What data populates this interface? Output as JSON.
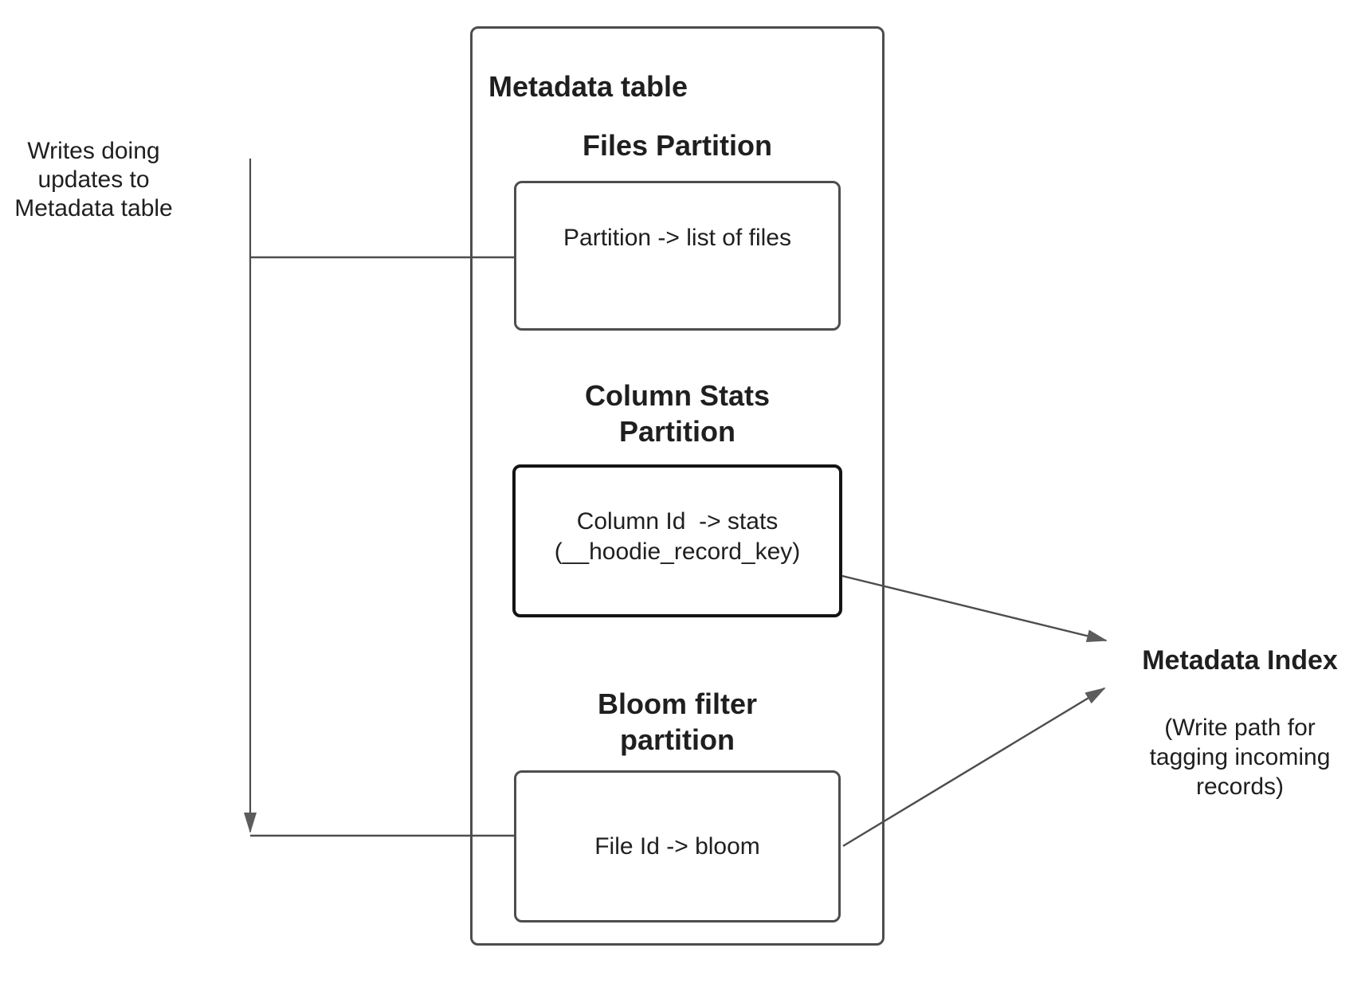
{
  "note": {
    "line1": "Writes doing",
    "line2": "updates to",
    "line3": "Metadata table"
  },
  "metadata_table": {
    "title": "Metadata table",
    "files": {
      "heading": "Files Partition",
      "body": "Partition -> list of files"
    },
    "column_stats": {
      "heading_line1": "Column Stats",
      "heading_line2": "Partition",
      "body_line1": "Column Id  -> stats",
      "body_line2": "(__hoodie_record_key)"
    },
    "bloom": {
      "heading_line1": "Bloom filter",
      "heading_line2": "partition",
      "body": "File Id -> bloom"
    }
  },
  "metadata_index": {
    "title": "Metadata Index",
    "subtitle_line1": "(Write path for",
    "subtitle_line2": "tagging incoming",
    "subtitle_line3": "records)"
  },
  "colors": {
    "connector_line": "#4d4d4d",
    "box_border": "#4d4d4d",
    "strong_box_border": "#141414",
    "arrowhead": "#5c5c5c",
    "text": "#1f1f1f"
  }
}
